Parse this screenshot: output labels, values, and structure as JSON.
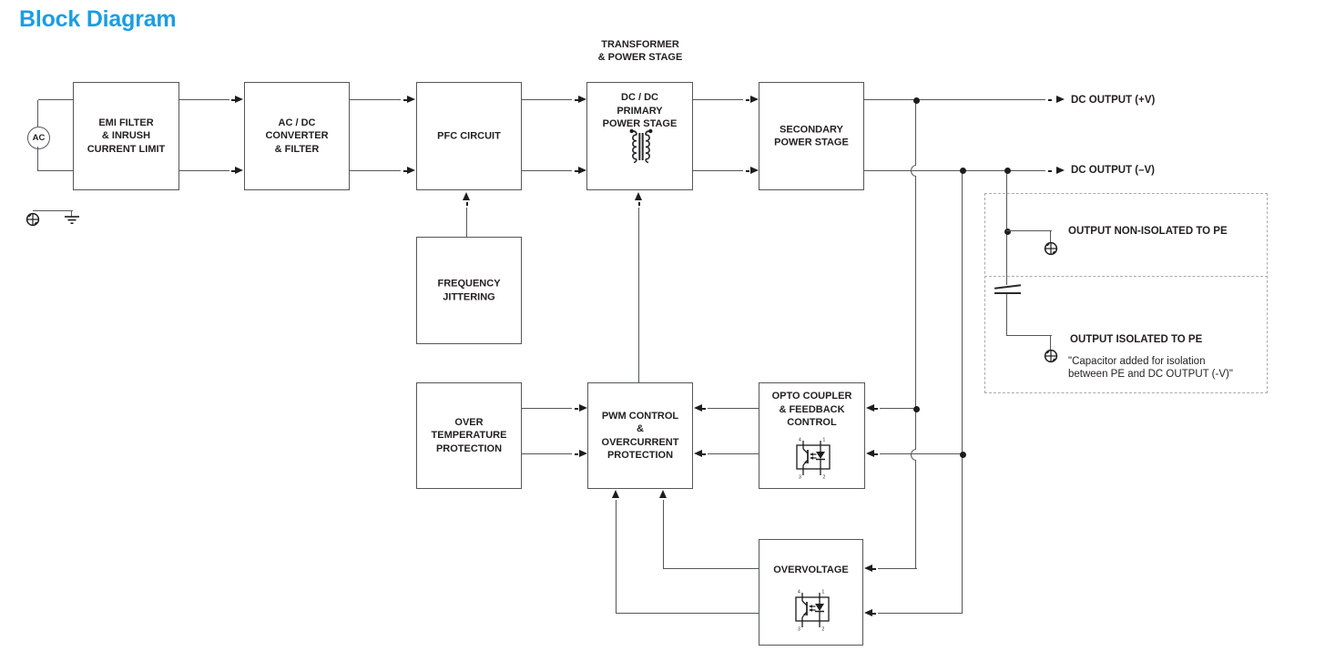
{
  "title": "Block Diagram",
  "ac_source": "AC",
  "stage_label": "TRANSFORMER\n& POWER STAGE",
  "blocks": {
    "emi": "EMI FILTER\n& INRUSH\nCURRENT LIMIT",
    "acdc": "AC / DC\nCONVERTER\n& FILTER",
    "pfc": "PFC CIRCUIT",
    "dcdc": "DC / DC\nPRIMARY\nPOWER STAGE",
    "secondary": "SECONDARY\nPOWER STAGE",
    "freq": "FREQUENCY\nJITTERING",
    "overtemp": "OVER\nTEMPERATURE\nPROTECTION",
    "pwm": "PWM CONTROL\n&\nOVERCURRENT\nPROTECTION",
    "opto": "OPTO COUPLER\n& FEEDBACK\nCONTROL",
    "overvoltage": "OVERVOLTAGE"
  },
  "outputs": {
    "positive": "DC OUTPUT (+V)",
    "negative": "DC OUTPUT (–V)"
  },
  "isolation": {
    "non_isolated": "OUTPUT NON-ISOLATED TO PE",
    "isolated": "OUTPUT ISOLATED TO PE",
    "note": "\"Capacitor added for isolation\nbetween PE and DC OUTPUT (-V)\""
  },
  "colors": {
    "accent_blue": "#1b9de2",
    "line_gray": "#55565a",
    "text_black": "#231f20"
  }
}
